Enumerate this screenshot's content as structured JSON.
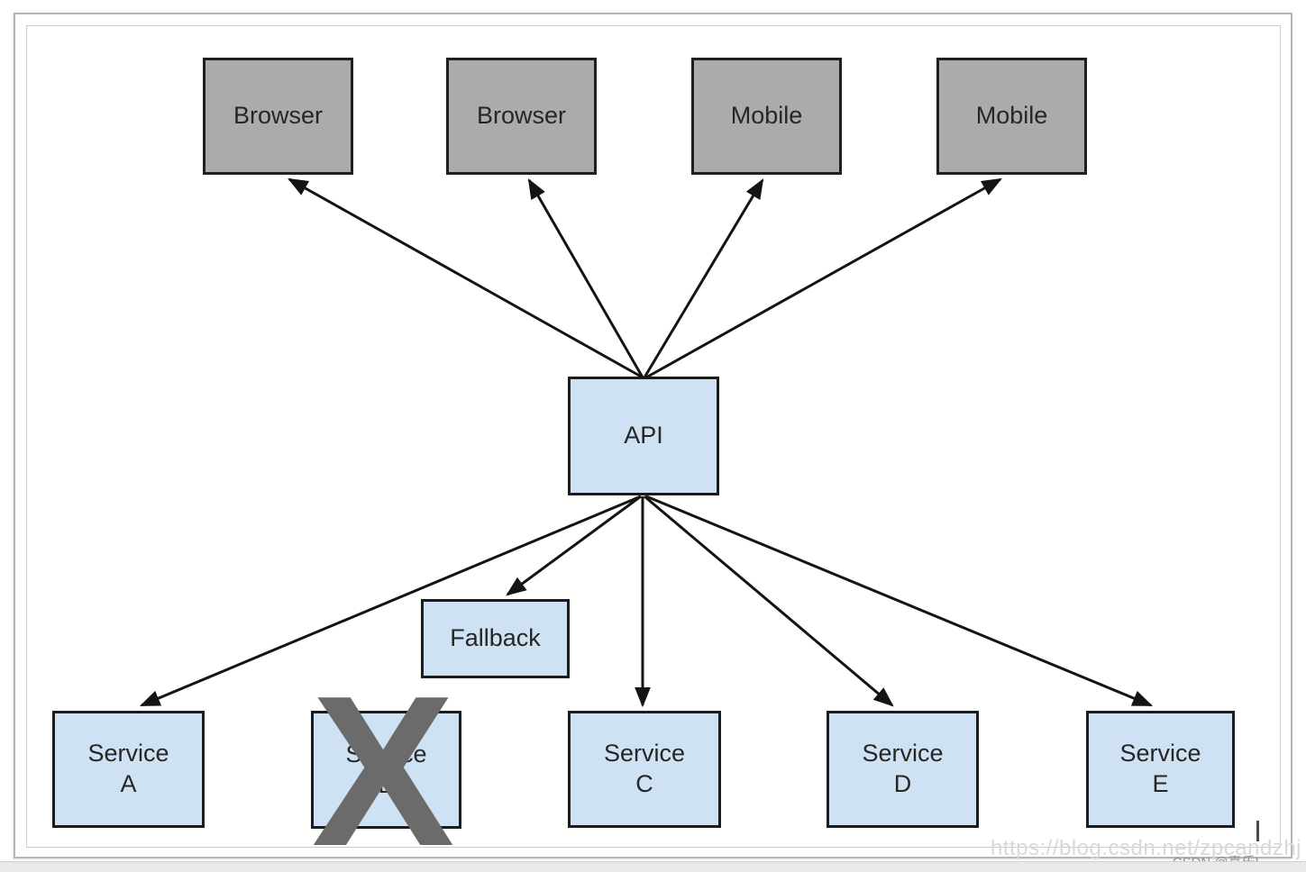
{
  "diagram": {
    "clients": [
      {
        "label": "Browser"
      },
      {
        "label": "Browser"
      },
      {
        "label": "Mobile"
      },
      {
        "label": "Mobile"
      }
    ],
    "api": {
      "label": "API"
    },
    "fallback": {
      "label": "Fallback"
    },
    "services": [
      {
        "name": "Service",
        "letter": "A",
        "crossed_out": false
      },
      {
        "name": "Service",
        "letter": "B",
        "crossed_out": true
      },
      {
        "name": "Service",
        "letter": "C",
        "crossed_out": false
      },
      {
        "name": "Service",
        "letter": "D",
        "crossed_out": false
      },
      {
        "name": "Service",
        "letter": "E",
        "crossed_out": false
      }
    ],
    "failure_mark": "X"
  },
  "watermark": {
    "url": "https://blog.csdn.net/zpcandzhj",
    "credit": "CSDN @喜乐L"
  },
  "colors": {
    "client_fill": "#ababab",
    "client_border": "#1f1f1f",
    "node_fill": "#cfe2f3",
    "node_border": "#1c1c1c",
    "arrow": "#141414",
    "failure_x": "#6b6b6b",
    "frame": "#b5b5b5",
    "watermark_url": "#d9d9d9",
    "watermark_credit": "#8f8f8f"
  }
}
